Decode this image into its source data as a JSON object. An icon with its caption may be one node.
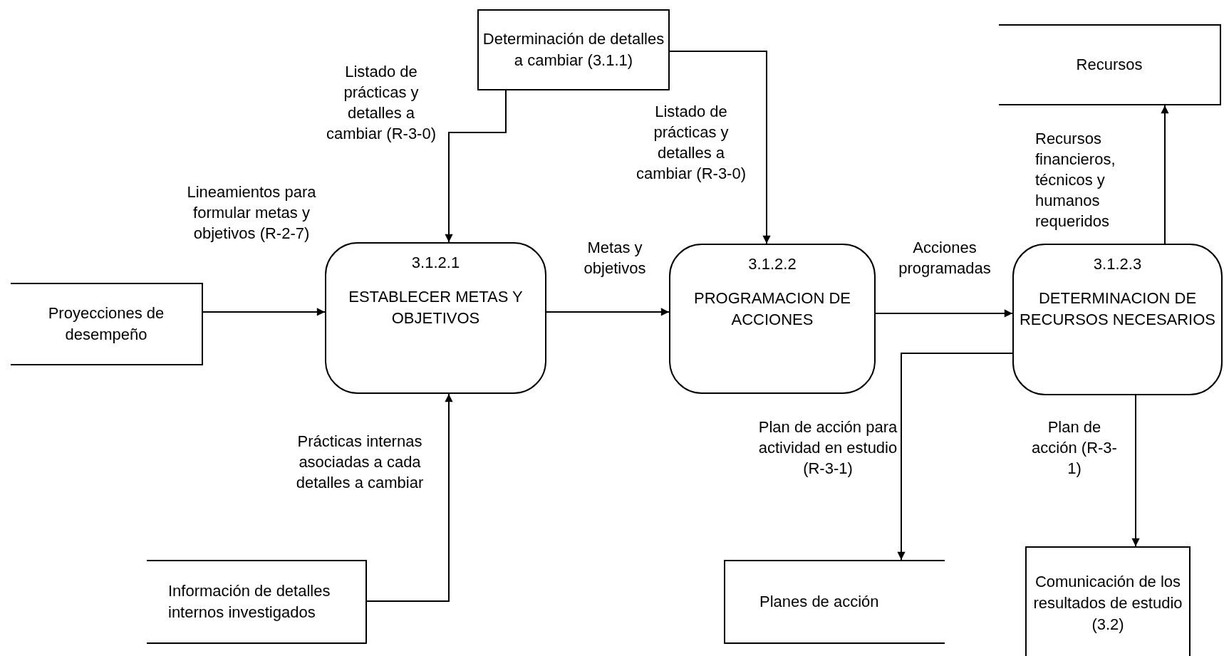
{
  "diagram": {
    "nodes": [
      {
        "text": [
          "Determinación de detalles a cambiar (3.1.1)"
        ]
      },
      {
        "text": [
          "Recursos"
        ]
      },
      {
        "text": [
          "Proyecciones de desempeño"
        ]
      },
      {
        "text": [
          "3.1.2.1",
          "ESTABLECER METAS Y OBJETIVOS"
        ]
      },
      {
        "text": [
          "3.1.2.2",
          "PROGRAMACION DE ACCIONES"
        ]
      },
      {
        "text": [
          "3.1.2.3",
          "DETERMINACION DE RECURSOS NECESARIOS"
        ]
      },
      {
        "text": [
          "Información de detalles internos investigados"
        ]
      },
      {
        "text": [
          "Planes de acción"
        ]
      },
      {
        "text": [
          "Comunicación de los resultados de estudio (3.2)"
        ]
      }
    ],
    "edges": [
      {
        "from": 0,
        "to": 3,
        "arrow": "to",
        "label": "Listado de prácticas y detalles a cambiar (R-3-0)"
      },
      {
        "from": 0,
        "to": 4,
        "arrow": "to",
        "label": "Listado de prácticas y detalles a cambiar (R-3-0)"
      },
      {
        "from": 2,
        "to": 3,
        "arrow": "to",
        "label": "Lineamientos para formular metas y objetivos (R-2-7)"
      },
      {
        "from": 6,
        "to": 3,
        "arrow": "to",
        "label": "Prácticas internas asociadas a cada detalles a cambiar"
      },
      {
        "from": 3,
        "to": 4,
        "arrow": "to",
        "label": "Metas y objetivos"
      },
      {
        "from": 4,
        "to": 5,
        "arrow": "to",
        "label": "Acciones programadas"
      },
      {
        "from": 5,
        "to": 1,
        "arrow": "to",
        "label": "Recursos financieros, técnicos y humanos requeridos"
      },
      {
        "from": 5,
        "to": 7,
        "arrow": "to",
        "label": "Plan de acción para actividad en estudio (R-3-1)"
      },
      {
        "from": 5,
        "to": 8,
        "arrow": "to",
        "label": "Plan de acción (R-3-1)"
      }
    ]
  }
}
